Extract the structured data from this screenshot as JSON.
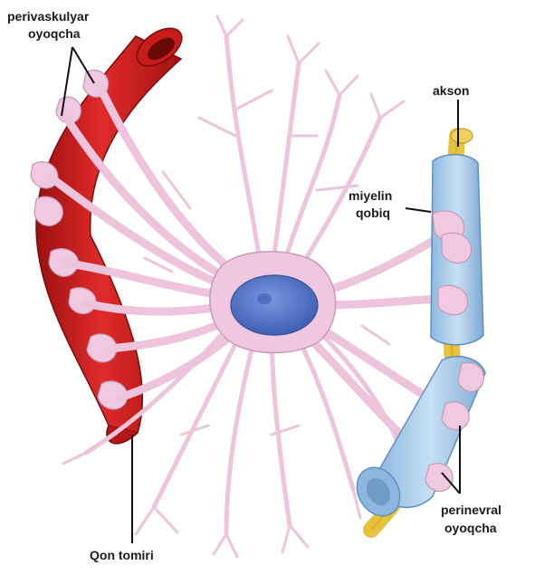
{
  "labels": {
    "perivascular_line1": "perivaskulyar",
    "perivascular_line2": "oyoqcha",
    "axon": "akson",
    "myelin_line1": "miyelin",
    "myelin_line2": "qobiq",
    "perineural_line1": "perinevral",
    "perineural_line2": "oyoqcha",
    "blood_vessel": "Qon tomiri"
  },
  "colors": {
    "vessel": "#d41f1f",
    "vessel_dark": "#8e0d0d",
    "astrocyte": "#f0c6e0",
    "astrocyte_outline": "#c79bb8",
    "nucleus": "#5b7dd0",
    "myelin": "#a9cdea",
    "myelin_dark": "#6f9bc8",
    "axon": "#e8c23a",
    "leader_line": "#111111"
  }
}
